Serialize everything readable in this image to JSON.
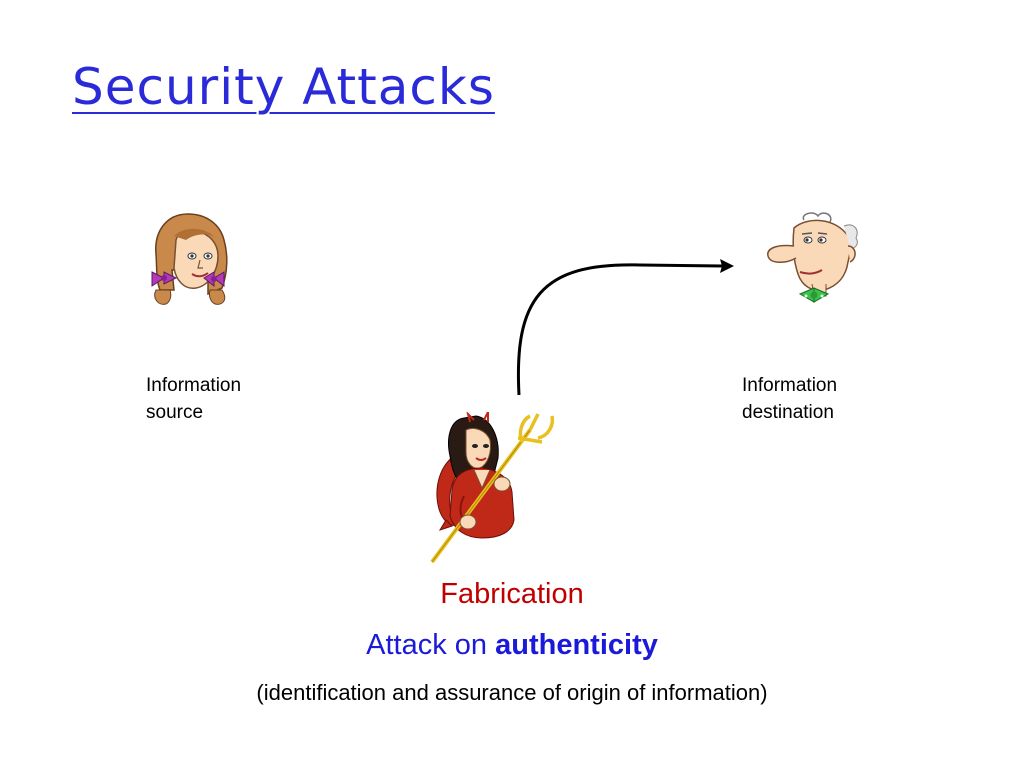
{
  "title": "Security Attacks",
  "source": {
    "line1": "Information",
    "line2": "source"
  },
  "destination": {
    "line1": "Information",
    "line2": "destination"
  },
  "caption": {
    "attack_name": "Fabrication",
    "attack_prefix": "Attack on ",
    "attack_target": "authenticity",
    "description": "(identification and assurance of origin of information)"
  },
  "colors": {
    "title": "#2a2ad8",
    "attack_name": "#c00000",
    "attack_line": "#1a1ad8",
    "arrow": "#000000"
  },
  "icons": {
    "source": "woman-head-icon",
    "destination": "man-head-icon",
    "attacker": "devil-with-trident-icon"
  }
}
